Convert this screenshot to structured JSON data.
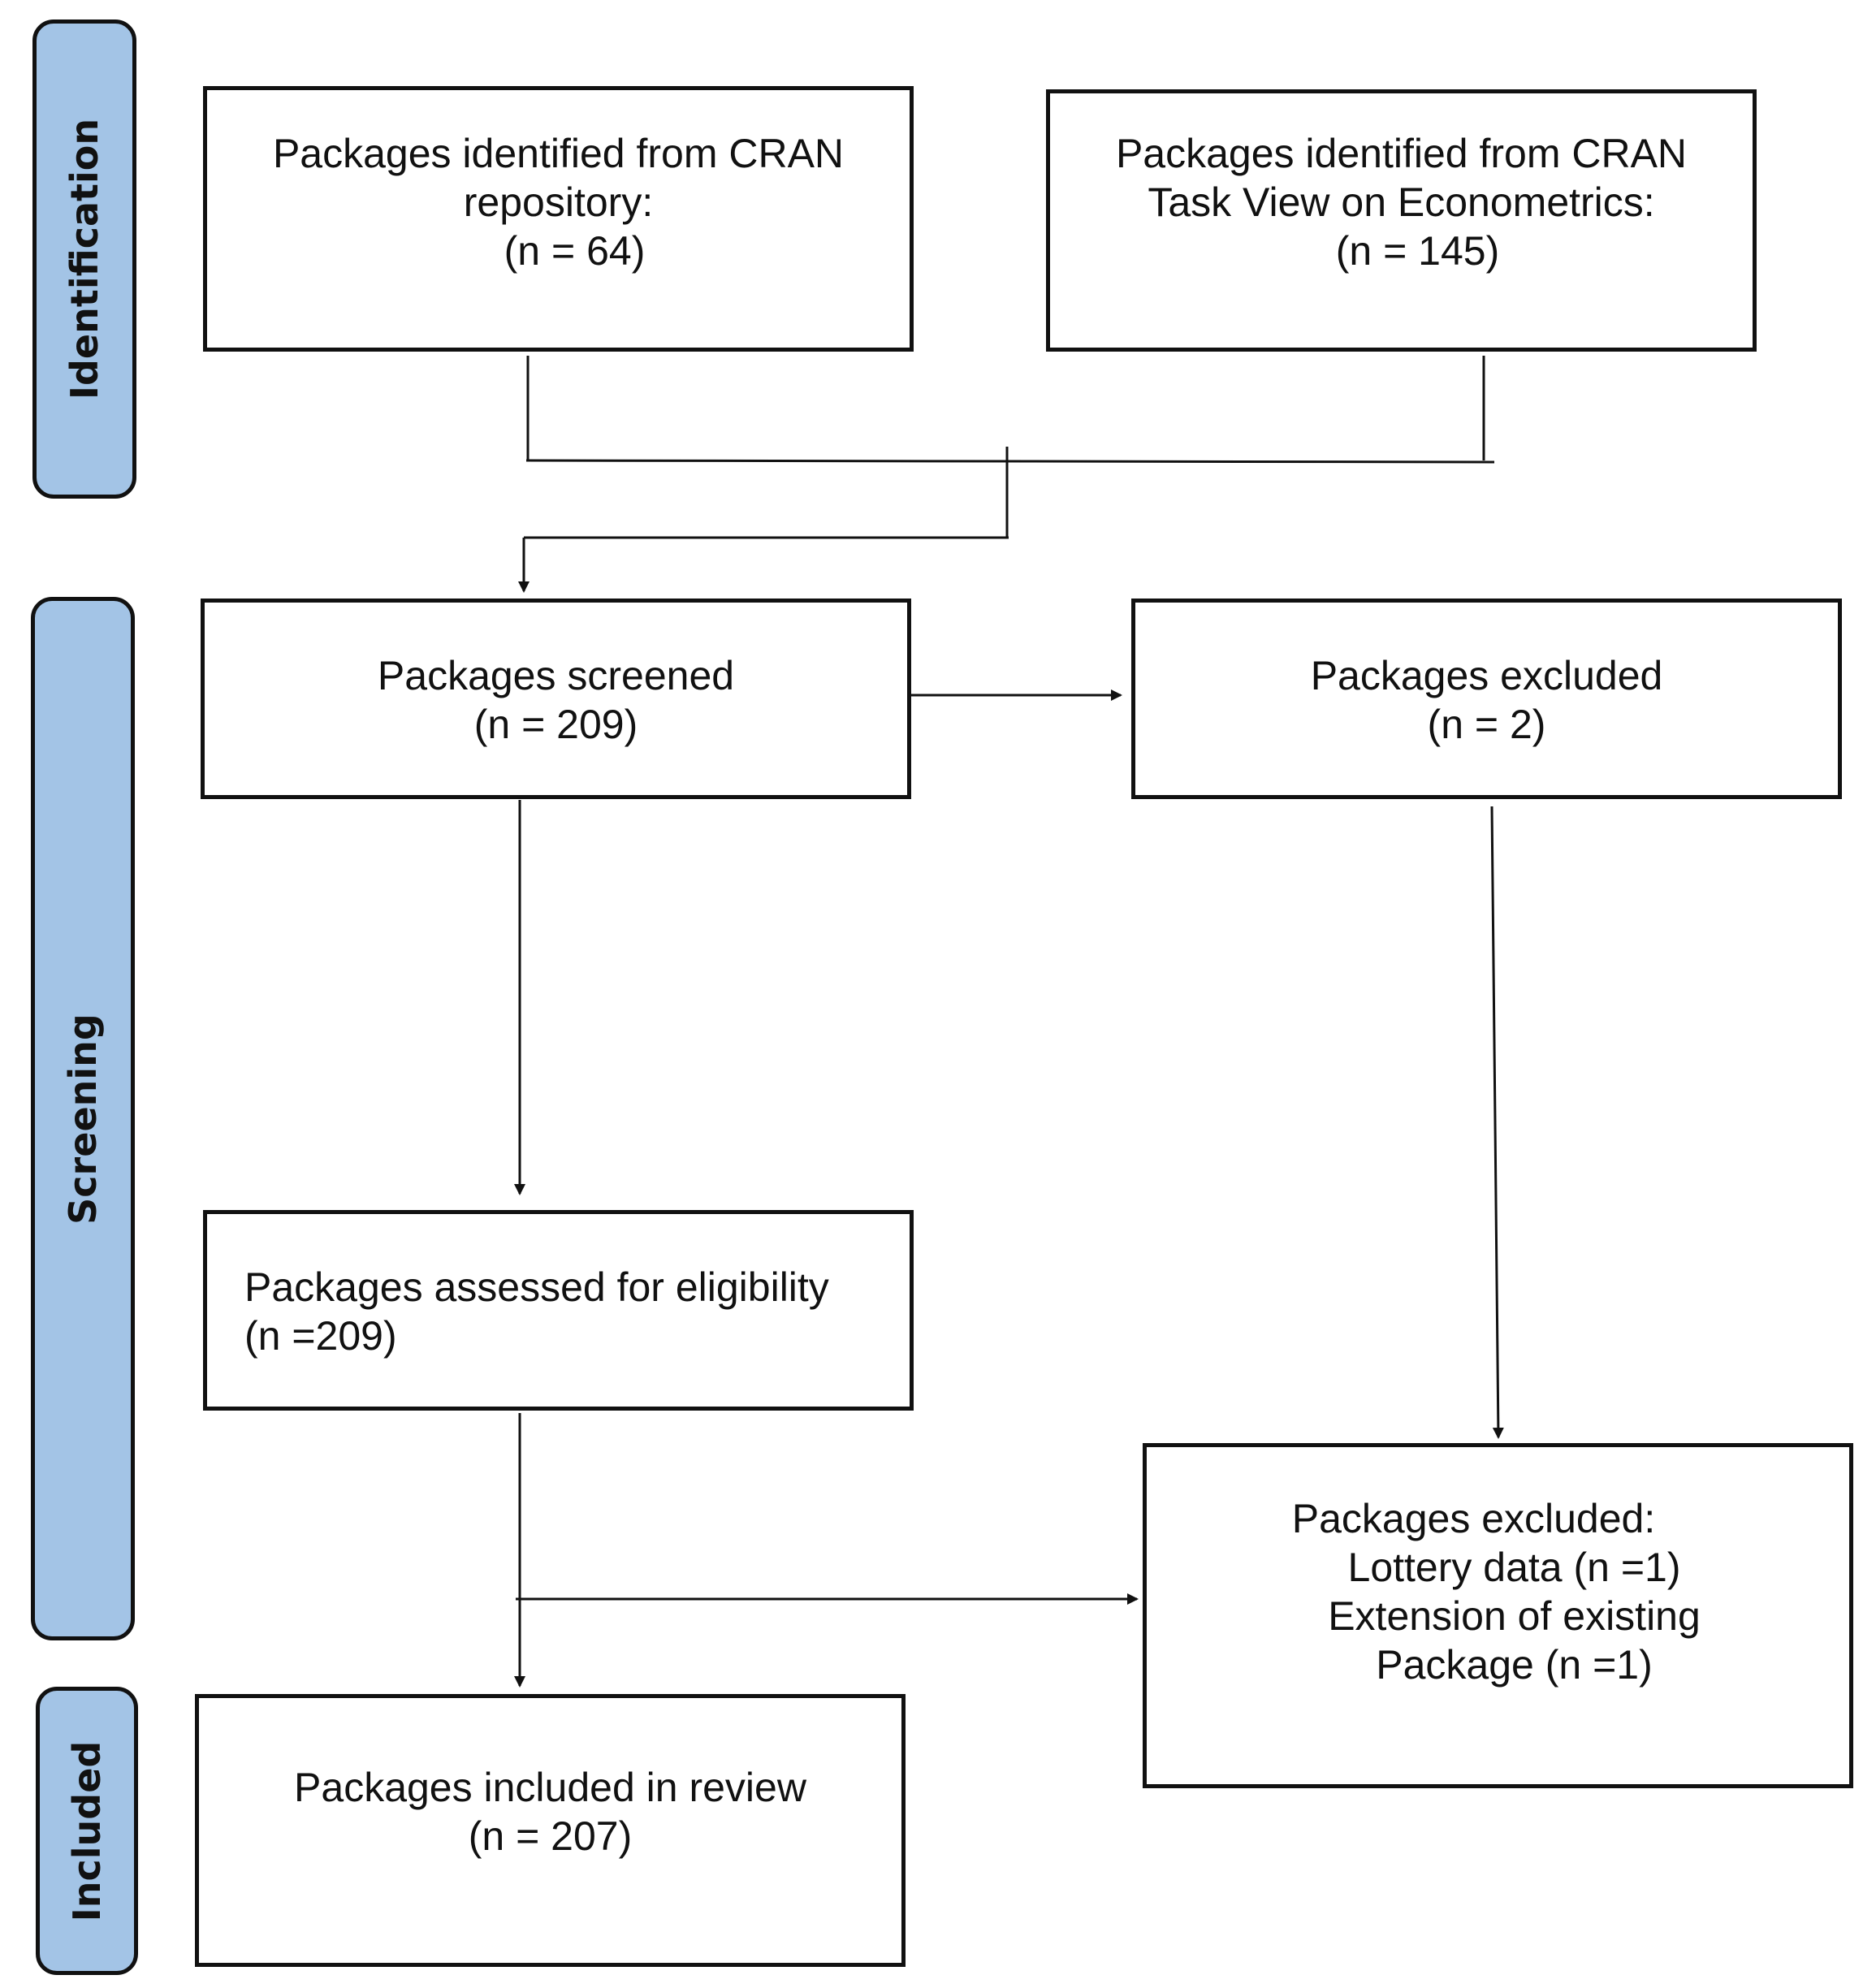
{
  "phases": {
    "identification": "Identification",
    "screening": "Screening",
    "included": "Included"
  },
  "boxes": {
    "cran_repo": {
      "lines": [
        "Packages identified from CRAN",
        "repository:",
        "(n = 64)"
      ]
    },
    "cran_taskview": {
      "lines": [
        "Packages identified from CRAN",
        "Task View on Econometrics:",
        "(n = 145)"
      ]
    },
    "screened": {
      "lines": [
        "Packages screened",
        "(n = 209)"
      ]
    },
    "excluded_screening": {
      "lines": [
        "Packages excluded",
        "(n = 2)"
      ]
    },
    "assessed": {
      "lines": [
        "Packages assessed for eligibility",
        "(n =209)"
      ]
    },
    "excluded_eligibility": {
      "lines": [
        "Packages excluded:",
        "Lottery data (n =1)",
        "Extension of existing",
        "Package (n =1)"
      ]
    },
    "included": {
      "lines": [
        "Packages included in review",
        "(n = 207)"
      ]
    }
  }
}
